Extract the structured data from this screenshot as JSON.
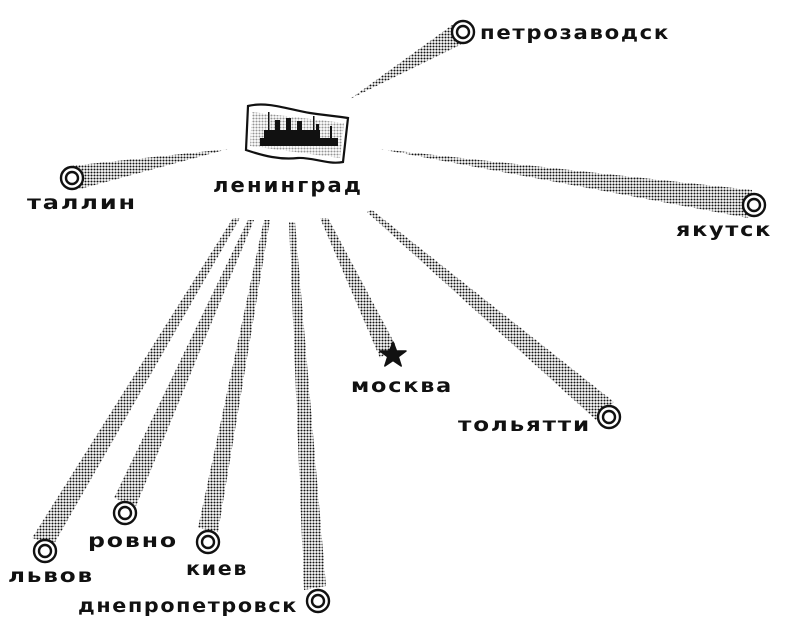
{
  "hub": {
    "label": "ленинград",
    "icon": "flag-with-cruiser-icon"
  },
  "destinations": [
    {
      "id": "petrozavodsk",
      "label": "петрозаводск",
      "marker": "ring-marker-icon"
    },
    {
      "id": "tallin",
      "label": "таллин",
      "marker": "ring-marker-icon"
    },
    {
      "id": "yakutsk",
      "label": "якутск",
      "marker": "ring-marker-icon"
    },
    {
      "id": "moskva",
      "label": "москва",
      "marker": "star-marker-icon"
    },
    {
      "id": "tolyatti",
      "label": "тольятти",
      "marker": "ring-marker-icon"
    },
    {
      "id": "lvov",
      "label": "львов",
      "marker": "ring-marker-icon"
    },
    {
      "id": "rovno",
      "label": "ровно",
      "marker": "ring-marker-icon"
    },
    {
      "id": "kiev",
      "label": "киев",
      "marker": "ring-marker-icon"
    },
    {
      "id": "dnepropetrovsk",
      "label": "днепропетровск",
      "marker": "ring-marker-icon"
    }
  ],
  "colors": {
    "ink": "#111111",
    "background": "#ffffff"
  }
}
